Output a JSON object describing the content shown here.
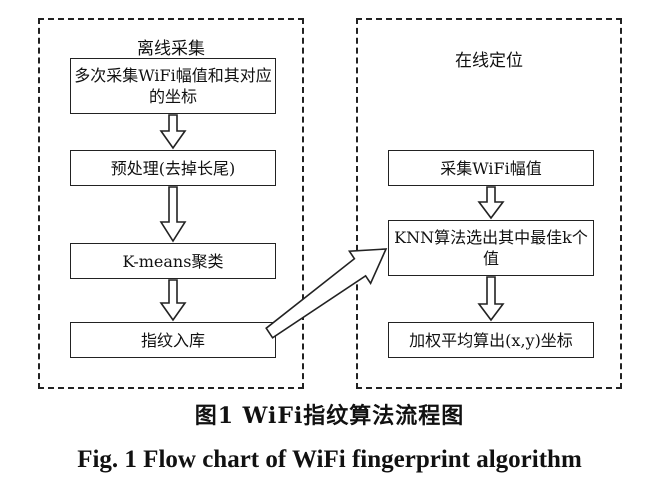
{
  "left_panel": {
    "title": "离线采集",
    "steps": [
      "多次采集WiFi幅值和其对应的坐标",
      "预处理(去掉长尾)",
      "K-means聚类",
      "指纹入库"
    ]
  },
  "right_panel": {
    "title": "在线定位",
    "steps": [
      "采集WiFi幅值",
      "KNN算法选出其中最佳k个值",
      "加权平均算出(x,y)坐标"
    ]
  },
  "caption_cn": "图1  WiFi指纹算法流程图",
  "caption_en": "Fig. 1  Flow chart of WiFi fingerprint algorithm"
}
